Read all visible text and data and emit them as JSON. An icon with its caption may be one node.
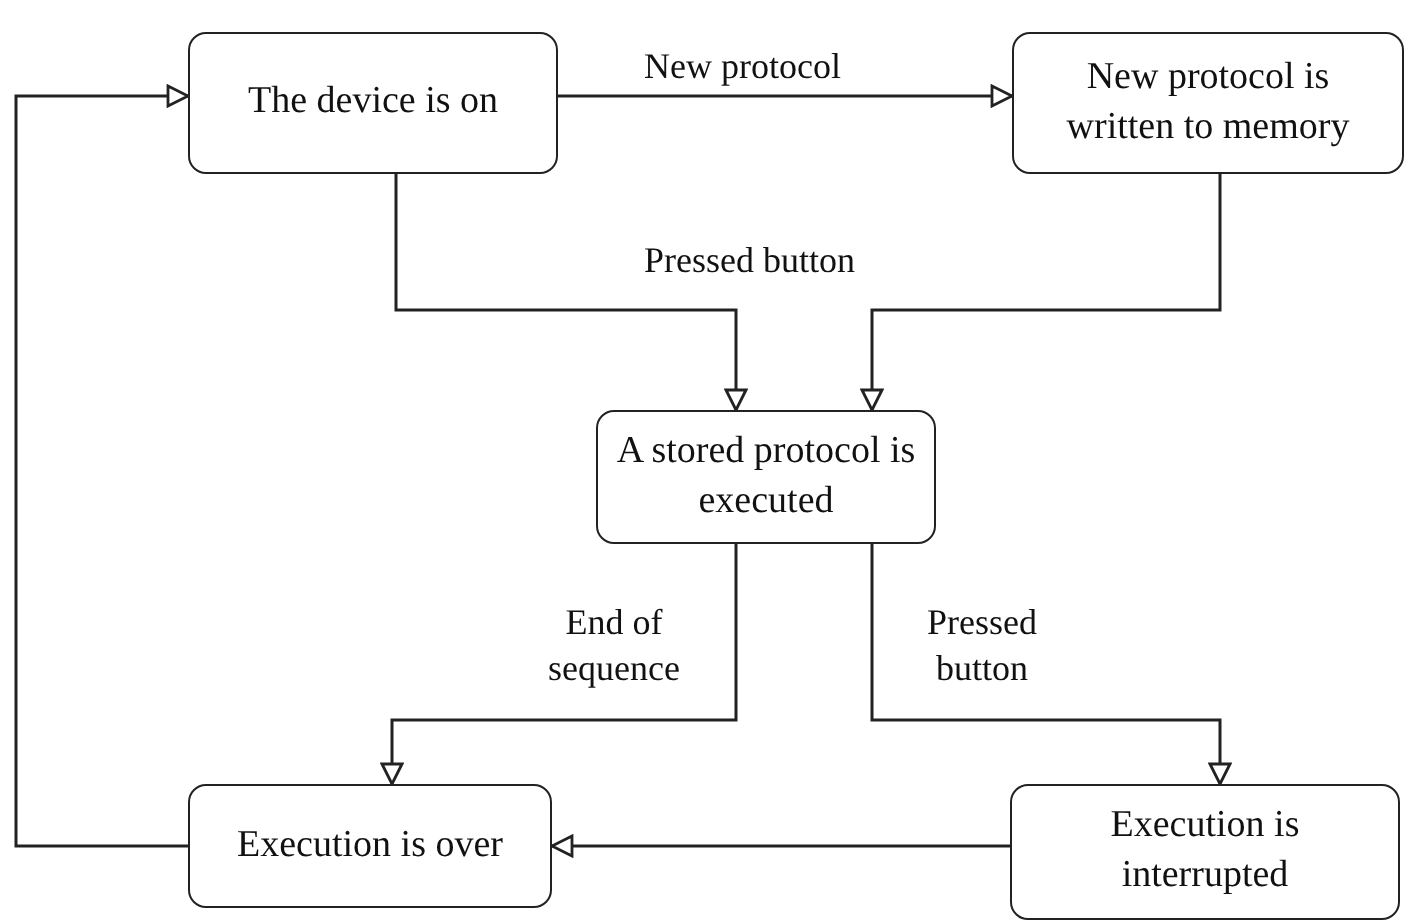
{
  "diagram": {
    "nodes": [
      {
        "text": [
          "The device is on"
        ]
      },
      {
        "text": [
          "New protocol is written to memory"
        ]
      },
      {
        "text": [
          "A stored protocol is executed"
        ]
      },
      {
        "text": [
          "Execution is over"
        ]
      },
      {
        "text": [
          "Execution is interrupted"
        ]
      }
    ],
    "edges": [
      {
        "from": 0,
        "to": 1,
        "arrow": "to",
        "label": "New protocol"
      },
      {
        "from": 0,
        "to": 2,
        "arrow": "to",
        "label": "Pressed button"
      },
      {
        "from": 1,
        "to": 2,
        "arrow": "to"
      },
      {
        "from": 2,
        "to": 3,
        "arrow": "to",
        "label": "End of sequence"
      },
      {
        "from": 2,
        "to": 4,
        "arrow": "to",
        "label": "Pressed button"
      },
      {
        "from": 4,
        "to": 3,
        "arrow": "to"
      },
      {
        "from": 3,
        "to": 0,
        "arrow": "to"
      }
    ]
  }
}
